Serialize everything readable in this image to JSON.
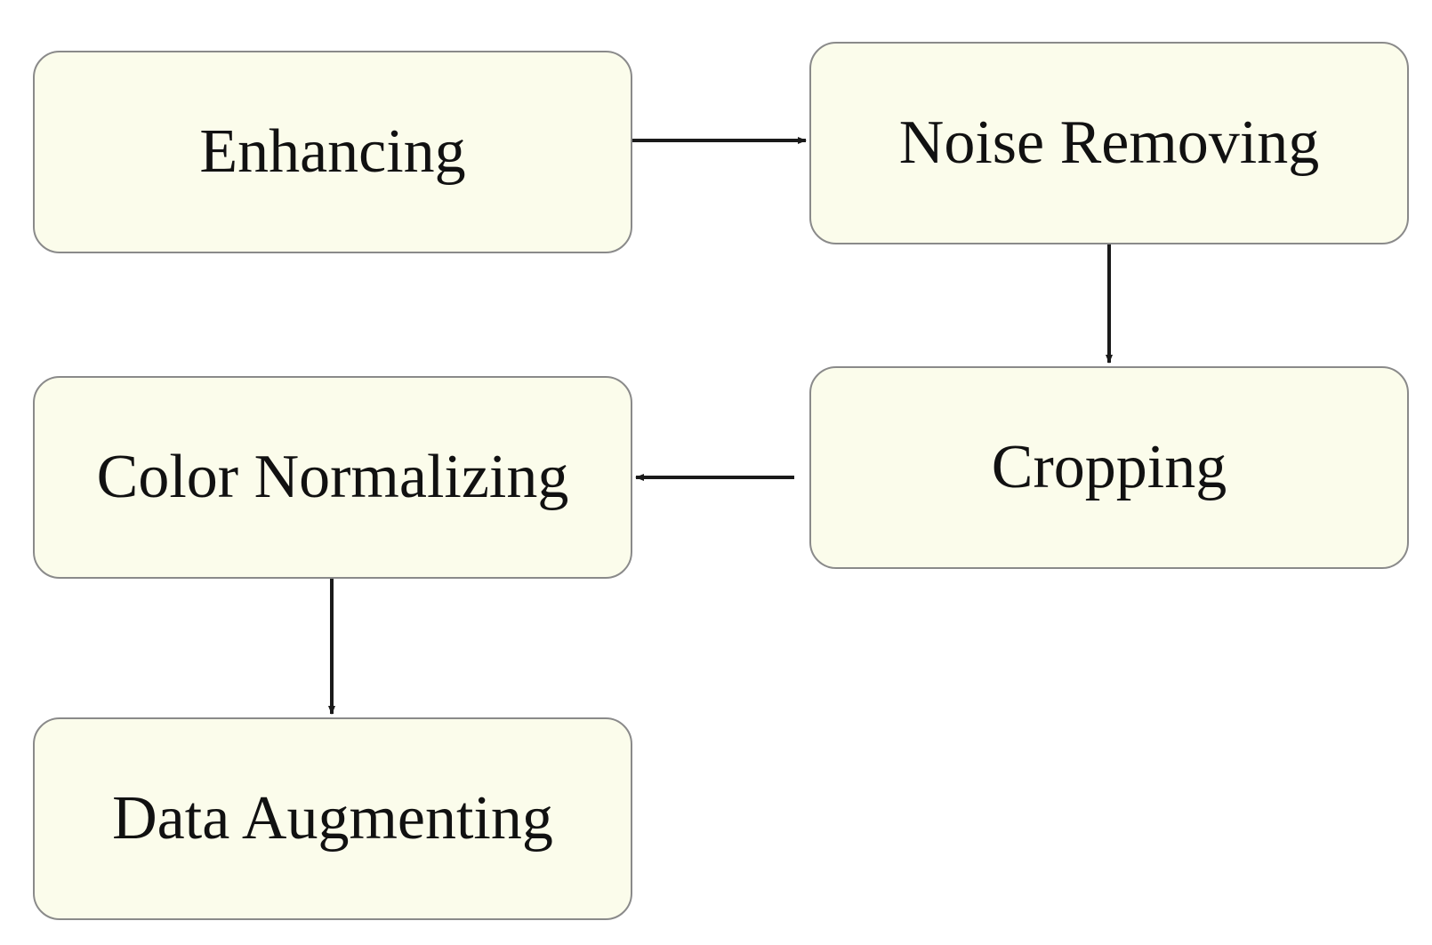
{
  "colors": {
    "box_fill": "#fbfceb",
    "box_border": "#8a8a8a",
    "arrow": "#1a1a1a",
    "text": "#111111"
  },
  "steps": {
    "enhancing": "Enhancing",
    "noise_removing": "Noise Removing",
    "cropping": "Cropping",
    "color_normalizing": "Color Normalizing",
    "data_augmenting": "Data Augmenting"
  }
}
